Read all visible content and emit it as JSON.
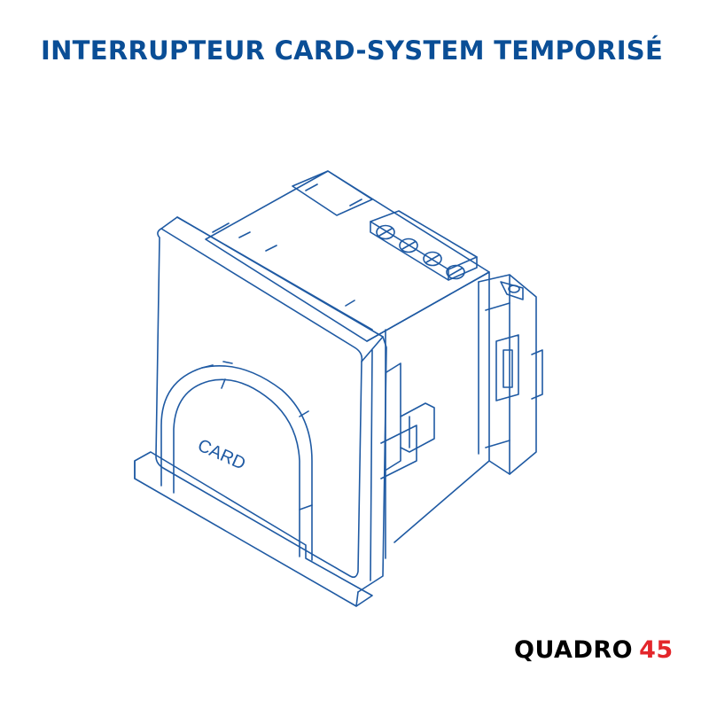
{
  "title": "INTERRUPTEUR CARD-SYSTEM TEMPORISÉ",
  "product": {
    "slot_label": "CARD"
  },
  "brand": {
    "name": "QUADRO",
    "number": "45"
  },
  "colors": {
    "title": "#0a4e96",
    "line": "#1f5aa3",
    "brand_name": "#000000",
    "brand_number": "#e3262b"
  }
}
